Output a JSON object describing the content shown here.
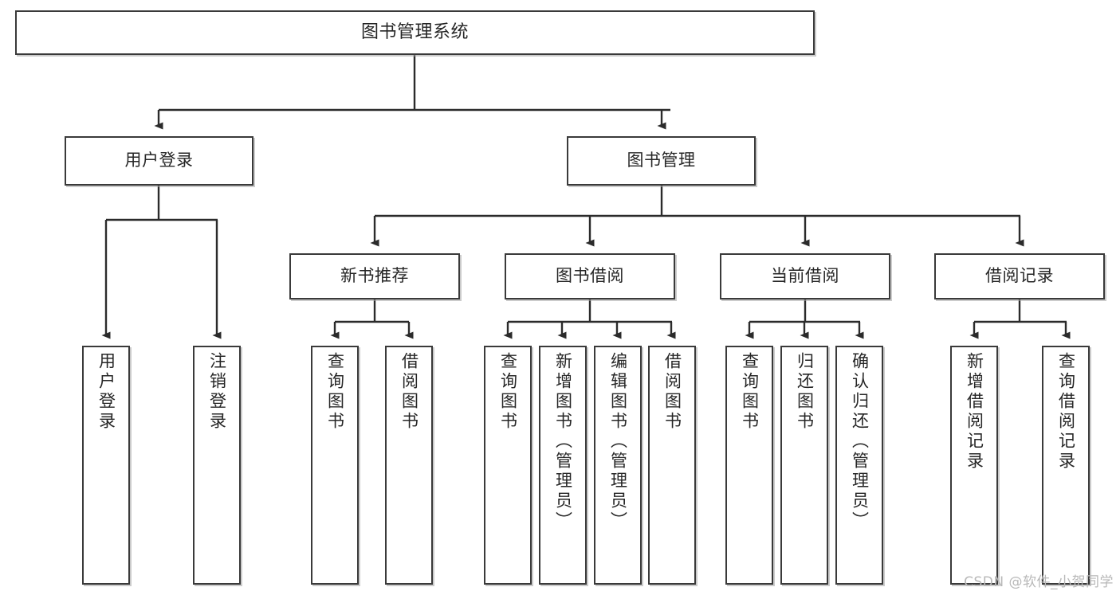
{
  "diagram": {
    "type": "tree",
    "title": "图书管理系统",
    "orientation": "top-down",
    "colors": {
      "box_border": "#3a3a3a",
      "box_fill": "#ffffff",
      "edge": "#2b2b2b",
      "text": "#262626",
      "watermark": "#b8b8b8"
    },
    "root": {
      "label": "图书管理系统"
    },
    "level2": [
      {
        "label": "用户登录"
      },
      {
        "label": "图书管理"
      }
    ],
    "level3": [
      {
        "label": "新书推荐"
      },
      {
        "label": "图书借阅"
      },
      {
        "label": "当前借阅"
      },
      {
        "label": "借阅记录"
      }
    ],
    "leaves": {
      "user_login": [
        {
          "label": "用户登录"
        },
        {
          "label": "注销登录"
        }
      ],
      "new_book_recommend": [
        {
          "label": "查询图书"
        },
        {
          "label": "借阅图书"
        }
      ],
      "book_borrow": [
        {
          "label": "查询图书"
        },
        {
          "label": "新增图书（管理员）"
        },
        {
          "label": "编辑图书（管理员）"
        },
        {
          "label": "借阅图书"
        }
      ],
      "current_borrow": [
        {
          "label": "查询图书"
        },
        {
          "label": "归还图书"
        },
        {
          "label": "确认归还（管理员）"
        }
      ],
      "borrow_record": [
        {
          "label": "新增借阅记录"
        },
        {
          "label": "查询借阅记录"
        }
      ]
    }
  },
  "watermark": {
    "text": "CSDN @软件_小贺同学"
  }
}
